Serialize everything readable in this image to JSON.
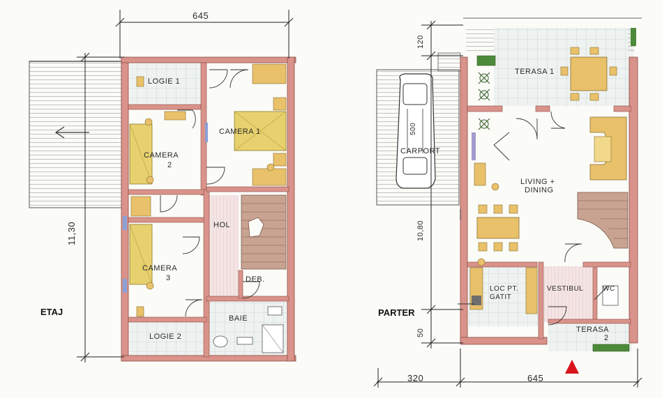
{
  "colors": {
    "wall": "#d9938a",
    "wall_stroke": "#8a4a42",
    "bed": "#e7d06e",
    "furniture": "#e8c16a",
    "stair": "#c9a392",
    "tile": "#dfe7e5",
    "plant": "#4c8a3a",
    "hatch": "#8b8b86",
    "marker": "#d9141c"
  },
  "left_plan": {
    "floor_label": "ETAJ",
    "dim_top": "645",
    "dim_side": "11,30",
    "rooms": {
      "logie1": "LOGIE 1",
      "camera1": "CAMERA 1",
      "camera2_a": "CAMERA",
      "camera2_b": "2",
      "hol": "HOL",
      "camera3_a": "CAMERA",
      "camera3_b": "3",
      "deb": "DEB.",
      "baie": "BAIE",
      "logie2": "LOGIE 2"
    }
  },
  "right_plan": {
    "floor_label": "PARTER",
    "dim_top": "120",
    "dim_side": "10,80",
    "dim_side_small": "50",
    "dim_bottom_left": "320",
    "dim_bottom_right": "645",
    "carport_dim": "500",
    "rooms": {
      "terasa1": "TERASA 1",
      "carport": "CARPORT",
      "living_a": "LIVING +",
      "living_b": "DINING",
      "loc_a": "LOC PT.",
      "loc_b": "GATIT",
      "vestibul": "VESTIBUL",
      "wc": "WC",
      "terasa2_a": "TERASA",
      "terasa2_b": "2"
    }
  }
}
